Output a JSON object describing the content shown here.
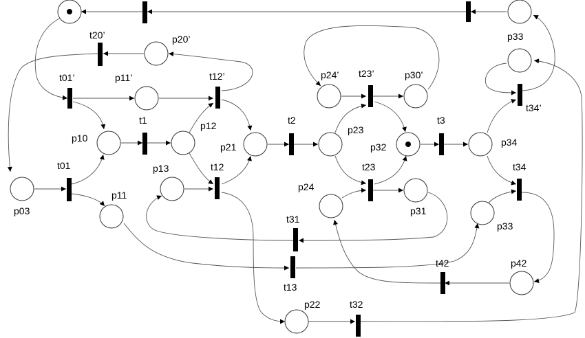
{
  "labels": {
    "p33_top": "p33",
    "t20p": "t20’",
    "p20p": "p20’",
    "t01p": "t01’",
    "p11p": "p11’",
    "t12p": "t12’",
    "p24p": "p24’",
    "t23p": "t23’",
    "p30p": "p30’",
    "t34p": "t34’",
    "p10": "p10",
    "t1": "t1",
    "p12": "p12",
    "p21": "p21",
    "t2": "t2",
    "p23": "p23",
    "p32": "p32",
    "t3": "t3",
    "p34": "p34",
    "t01": "t01",
    "p13": "p13",
    "t12": "t12",
    "t23": "t23",
    "t34": "t34",
    "p03": "p03",
    "p11": "p11",
    "p24": "p24",
    "p31": "p31",
    "p33_bot": "p33",
    "t31": "t31",
    "t13": "t13",
    "t42": "t42",
    "p42": "p42",
    "p22": "p22",
    "t32": "t32"
  },
  "marked_places": [
    "p-top-left",
    "p32"
  ]
}
